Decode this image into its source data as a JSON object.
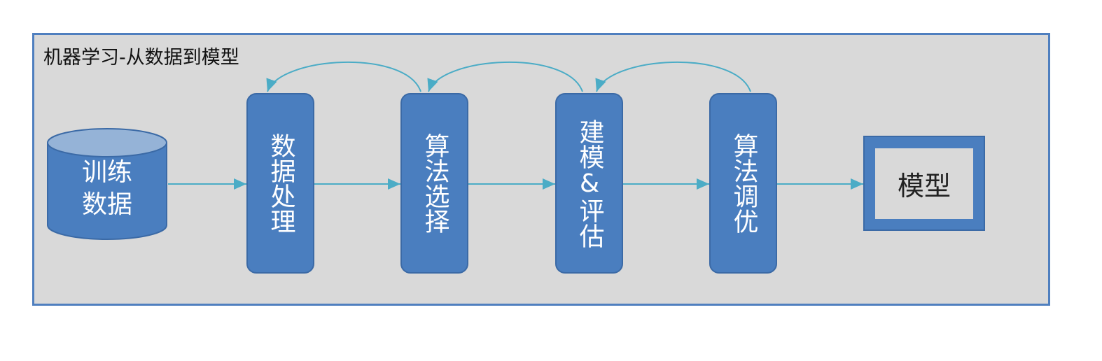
{
  "diagram": {
    "title": "机器学习-从数据到模型",
    "source": {
      "label": "训练\n数据"
    },
    "steps": [
      {
        "label": "数据处理"
      },
      {
        "label": "算法选择"
      },
      {
        "label": "建模&评估"
      },
      {
        "label": "算法调优"
      }
    ],
    "output": {
      "label": "模型"
    }
  },
  "colors": {
    "background_panel": "#d9d9d9",
    "frame_border": "#4f7fbf",
    "node_fill": "#4a7ebf",
    "node_border": "#3b6aa6",
    "cylinder_top": "#95b3d7",
    "connector": "#4bacc6",
    "node_text": "#ffffff"
  }
}
